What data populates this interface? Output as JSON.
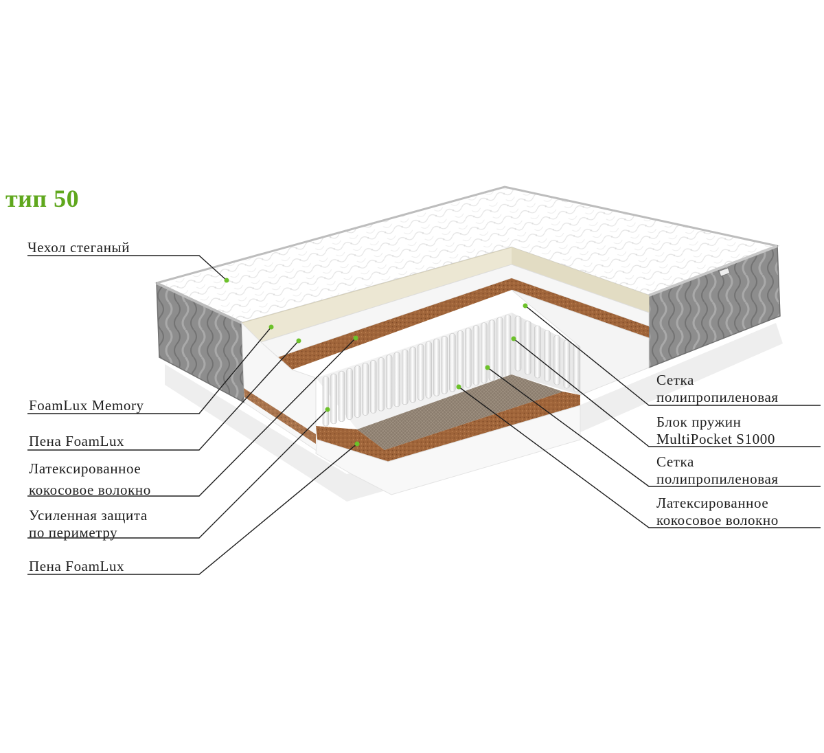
{
  "title": "тип 50",
  "colors": {
    "accent": "#5fa71d",
    "text": "#1e1e1e",
    "cover": "#ffffff",
    "side_fabric": "#8a8a8a",
    "memory_foam": "#eae6d4",
    "coconut": "#9a5e34",
    "callout_dot": "#6cc12a"
  },
  "left_labels": [
    {
      "id": "cover",
      "lines": [
        "Чехол стеганый"
      ]
    },
    {
      "id": "memory",
      "lines": [
        "FoamLux Memory"
      ]
    },
    {
      "id": "foam-top",
      "lines": [
        "Пена FoamLux"
      ]
    },
    {
      "id": "coconut-top",
      "lines": [
        "Латексированное",
        "кокосовое волокно"
      ]
    },
    {
      "id": "perimeter",
      "lines": [
        "Усиленная защита",
        "по периметру"
      ]
    },
    {
      "id": "foam-bottom",
      "lines": [
        "Пена FoamLux"
      ]
    }
  ],
  "right_labels": [
    {
      "id": "mesh-top",
      "lines": [
        "Сетка",
        "полипропиленовая"
      ]
    },
    {
      "id": "spring-block",
      "lines": [
        "Блок пружин",
        "MultiPocket S1000"
      ]
    },
    {
      "id": "mesh-bottom",
      "lines": [
        "Сетка",
        "полипропиленовая"
      ]
    },
    {
      "id": "coconut-bottom",
      "lines": [
        "Латексированное",
        "кокосовое волокно"
      ]
    }
  ]
}
